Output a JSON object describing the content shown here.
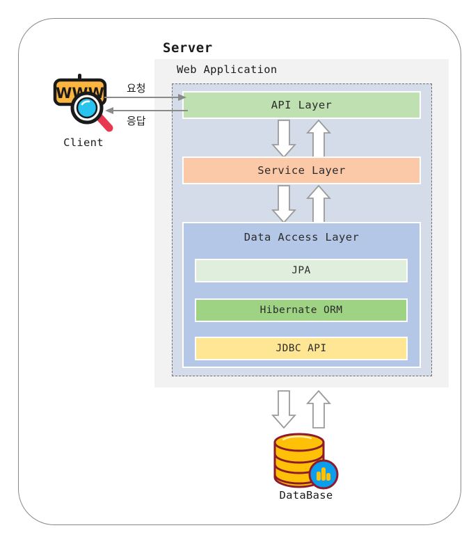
{
  "diagram": {
    "server": {
      "title": "Server",
      "web_application": {
        "title": "Web Application",
        "layers": [
          {
            "name": "API Layer",
            "color": "#bfe0b0"
          },
          {
            "name": "Service Layer",
            "color": "#fcc9a8"
          },
          {
            "name": "Data Access Layer",
            "color": "#b4c7e7",
            "components": [
              {
                "name": "JPA",
                "color": "#dfeedd"
              },
              {
                "name": "Hibernate ORM",
                "color": "#9ed383"
              },
              {
                "name": "JDBC API",
                "color": "#ffe694"
              }
            ]
          }
        ]
      }
    },
    "client": {
      "label": "Client",
      "icon": "www-browser-magnifier-icon",
      "browser_text": "WWW"
    },
    "database": {
      "label": "DataBase",
      "icon": "database-cylinder-chart-icon"
    },
    "flows": {
      "request_label": "요청",
      "response_label": "응답"
    },
    "colors": {
      "panel_gray": "#f2f2f2",
      "dashed_region": "#d4dcea",
      "frame_border": "#888888",
      "arrow_stroke": "#8a8a8a",
      "client_accent": "#fcb63f",
      "lens_cyan": "#29c3f0",
      "handle_red": "#e8384f",
      "db_body": "#ffc107",
      "db_outline": "#8c1b2e",
      "badge_blue": "#0c9eee"
    }
  }
}
